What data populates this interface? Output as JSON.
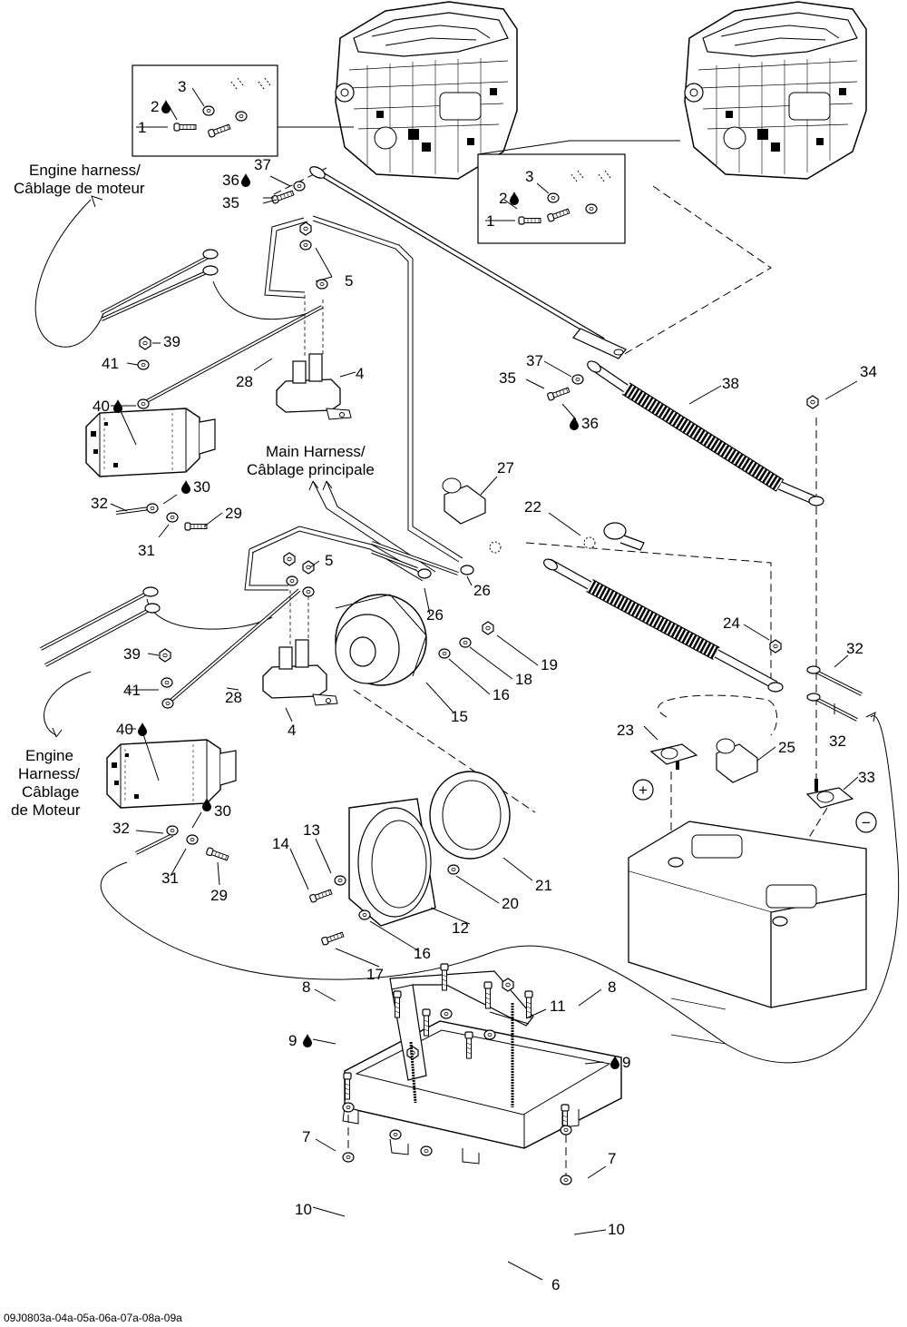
{
  "captions": {
    "engine_harness_top_line1": "Engine harness/",
    "engine_harness_top_line2": "Câblage de moteur",
    "main_harness_line1": "Main Harness/",
    "main_harness_line2": "Câblage principale",
    "engine_harness_bottom_line1": "Engine",
    "engine_harness_bottom_line2": "Harness/",
    "engine_harness_bottom_line3": "Câblage",
    "engine_harness_bottom_line4": "de Moteur"
  },
  "footer_code": "09J0803a-04a-05a-06a-07a-08a-09a",
  "symbols": {
    "positive": "+",
    "negative": "−"
  },
  "callouts": {
    "c3a": "3",
    "c2a": "2",
    "c1a": "1",
    "c3b": "3",
    "c2b": "2",
    "c1b": "1",
    "c37a": "37",
    "c36a": "36",
    "c35a": "35",
    "c5a": "5",
    "c39a": "39",
    "c41a": "41",
    "c28a": "28",
    "c4a": "4",
    "c40a": "40",
    "c30a": "30",
    "c32a": "32",
    "c29a": "29",
    "c31a": "31",
    "c37b": "37",
    "c35b": "35",
    "c36b": "36",
    "c38": "38",
    "c34": "34",
    "c27": "27",
    "c22": "22",
    "c5b": "5",
    "c26a": "26",
    "c26b": "26",
    "c24": "24",
    "c19": "19",
    "c18": "18",
    "c16a": "16",
    "c15": "15",
    "c32b": "32",
    "c32c": "32",
    "c39b": "39",
    "c41b": "41",
    "c28b": "28",
    "c4b": "4",
    "c23": "23",
    "c25": "25",
    "c33": "33",
    "c40b": "40",
    "c30b": "30",
    "c32d": "32",
    "c31b": "31",
    "c29b": "29",
    "c13": "13",
    "c14": "14",
    "c21": "21",
    "c20": "20",
    "c12": "12",
    "c16b": "16",
    "c17": "17",
    "c11": "11",
    "c8a": "8",
    "c9a": "9",
    "c8b": "8",
    "c9b": "9",
    "c7a": "7",
    "c7b": "7",
    "c10a": "10",
    "c10b": "10",
    "c6": "6"
  }
}
